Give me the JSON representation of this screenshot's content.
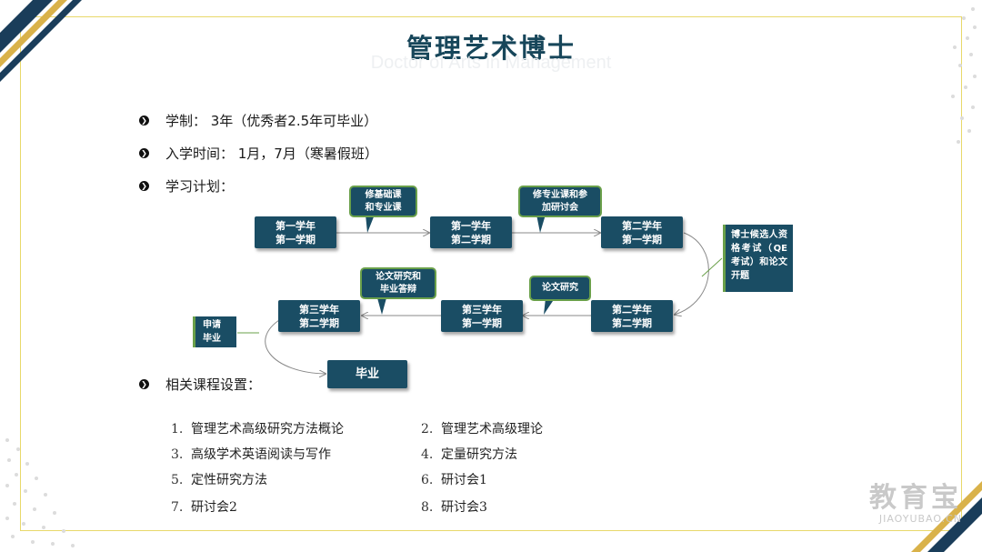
{
  "header": {
    "title": "管理艺术博士",
    "subtitle": "Doctor of Arts in Management"
  },
  "bullets": {
    "duration": "学制：  3年（优秀者2.5年可毕业）",
    "intake": "入学时间：  1月，7月（寒暑假班）",
    "plan": "学习计划：",
    "courses_heading": "相关课程设置："
  },
  "flow": {
    "y1s1": [
      "第一学年",
      "第一学期"
    ],
    "y1s2": [
      "第一学年",
      "第二学期"
    ],
    "y2s1": [
      "第二学年",
      "第一学期"
    ],
    "y2s2": [
      "第二学年",
      "第二学期"
    ],
    "y3s1": [
      "第三学年",
      "第一学期"
    ],
    "y3s2": [
      "第三学年",
      "第二学期"
    ],
    "graduate": "毕业",
    "callout_basic": [
      "修基础课",
      "和专业课"
    ],
    "callout_seminar": [
      "修专业课和参",
      "加研讨会"
    ],
    "callout_research": "论文研究",
    "callout_defense": [
      "论文研究和",
      "毕业答辩"
    ],
    "side_qe": "博士候选人资格考试（QE考试）和论文开题",
    "side_apply": [
      "申请",
      "毕业"
    ]
  },
  "courses": [
    {
      "num": "1.",
      "name": "管理艺术高级研究方法概论"
    },
    {
      "num": "2.",
      "name": "管理艺术高级理论"
    },
    {
      "num": "3.",
      "name": "高级学术英语阅读与写作"
    },
    {
      "num": "4.",
      "name": "定量研究方法"
    },
    {
      "num": "5.",
      "name": "定性研究方法"
    },
    {
      "num": "6.",
      "name": "研讨会1"
    },
    {
      "num": "7.",
      "name": "研讨会2"
    },
    {
      "num": "8.",
      "name": "研讨会3"
    }
  ],
  "watermark": {
    "brand": "教育宝",
    "url": "JIAOYUBAO.CN"
  }
}
